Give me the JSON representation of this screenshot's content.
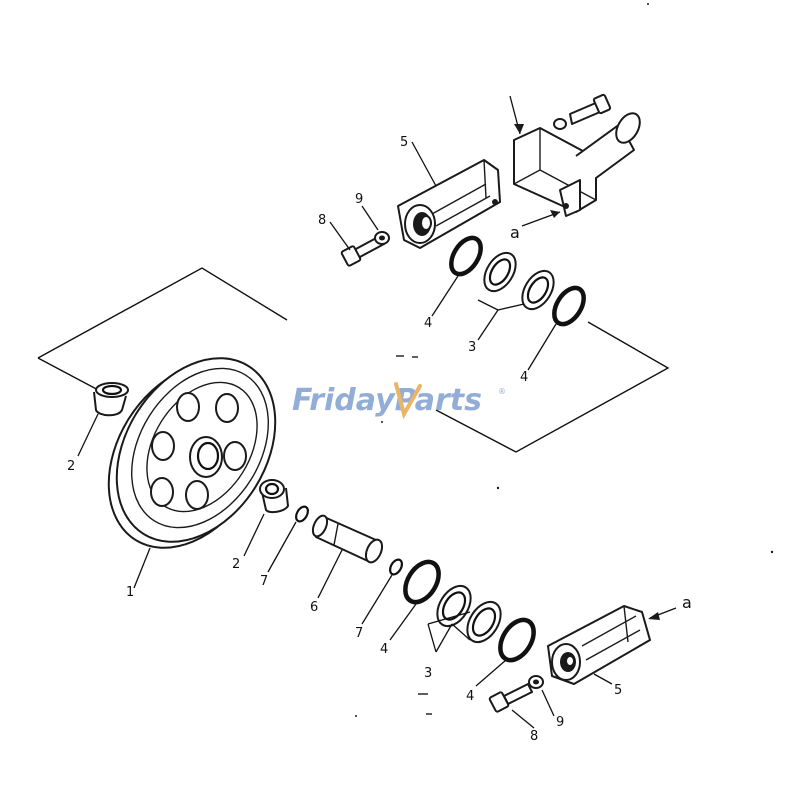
{
  "watermark": {
    "text_a": "Friday",
    "text_b": "Parts",
    "registered": "®",
    "color_main": "#7f9fcf",
    "color_accent": "#e7a94a"
  },
  "labels": {
    "wheel": "1",
    "bushing_left": "2",
    "bushing_right": "2",
    "ring_3_top": "3",
    "ring_3_bottom": "3",
    "ring_4_top_a": "4",
    "ring_4_top_b": "4",
    "ring_4_bottom_a": "4",
    "ring_4_bottom_b": "4",
    "bearing_top": "5",
    "bearing_bottom": "5",
    "shaft": "6",
    "oring_7_a": "7",
    "oring_7_b": "7",
    "bolt_top": "8",
    "bolt_bottom": "8",
    "washer_top": "9",
    "washer_bottom": "9",
    "arrow_a_top": "a",
    "arrow_a_bottom": "a"
  }
}
